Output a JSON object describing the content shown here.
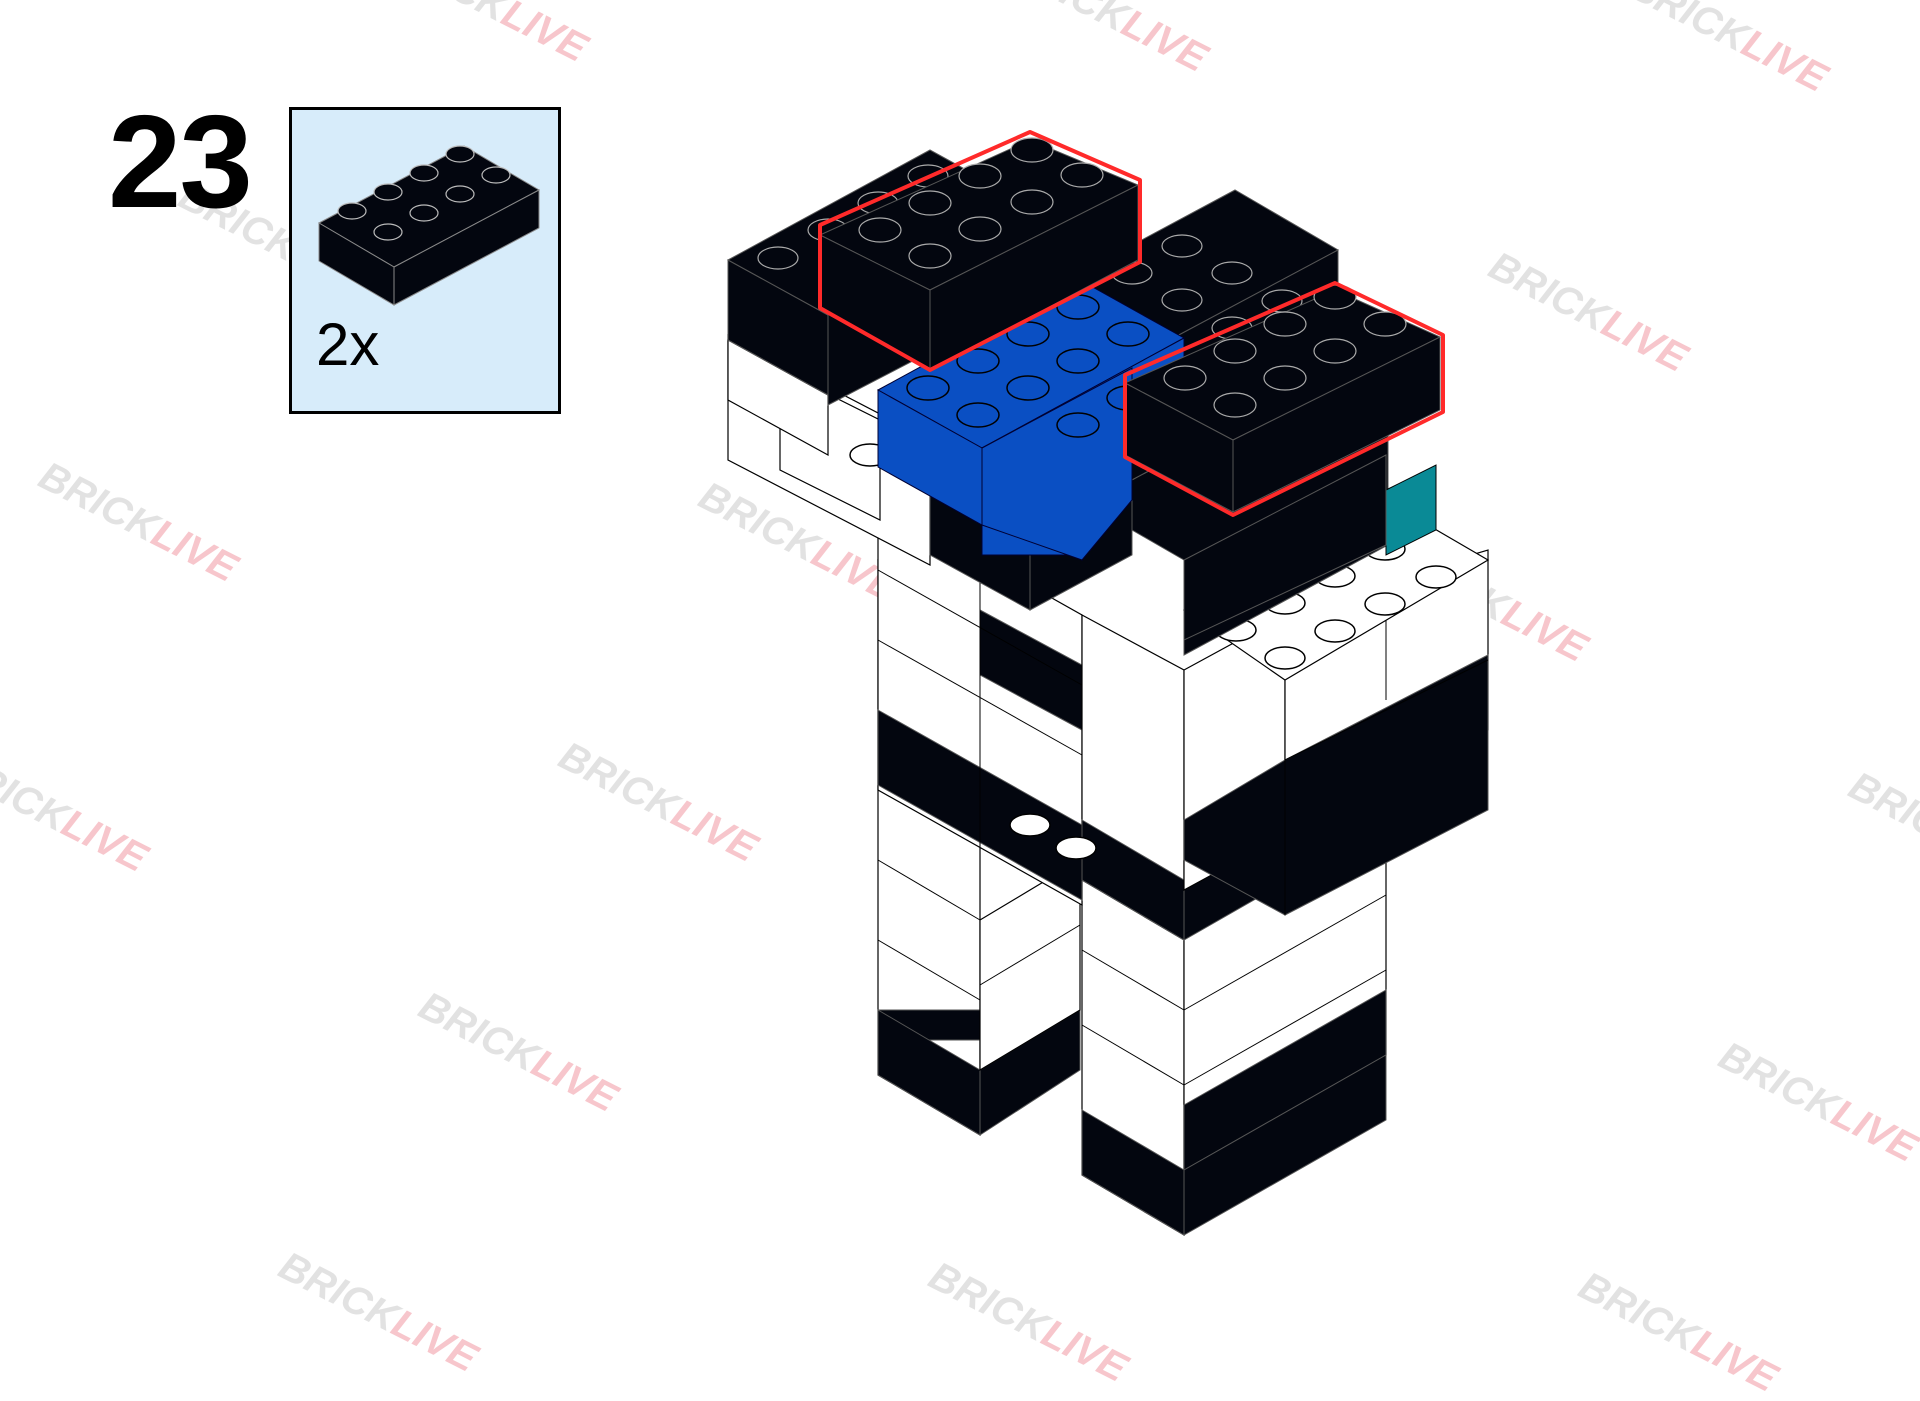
{
  "step": {
    "number": "23"
  },
  "parts": [
    {
      "name": "brick 2x4",
      "color": "#03060f",
      "quantity": "2x"
    }
  ],
  "watermark": {
    "part1": "BRICK",
    "part2": "LIVE"
  },
  "colors": {
    "black": "#03060f",
    "white": "#ffffff",
    "blue": "#0a4fc3",
    "pink": "#ff9ab1",
    "teal": "#0a8a96",
    "highlight": "#ff2a2a",
    "parts_box_bg": "#d7ecfa"
  }
}
